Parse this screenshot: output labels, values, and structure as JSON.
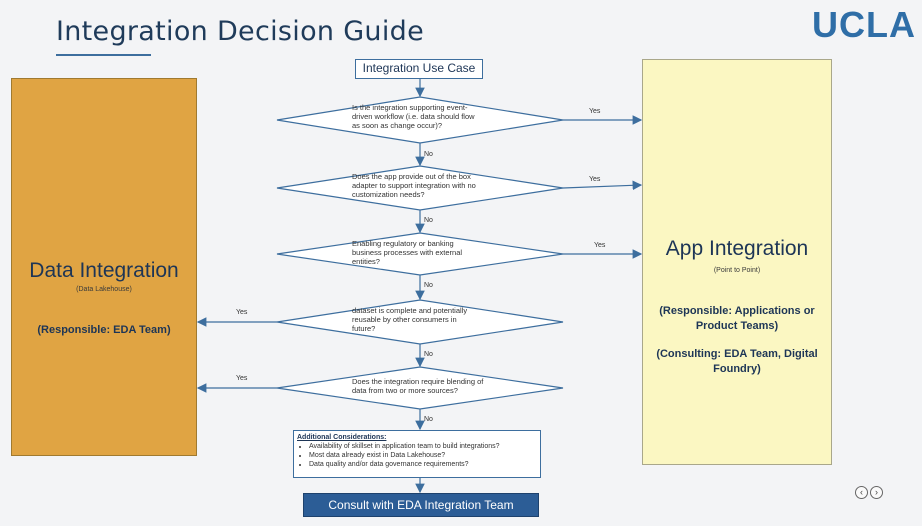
{
  "header": {
    "title": "Integration Decision Guide",
    "logo": "UCLA"
  },
  "data_integration": {
    "title": "Data Integration",
    "subtitle": "(Data Lakehouse)",
    "responsible": "(Responsible: EDA Team)"
  },
  "app_integration": {
    "title": "App Integration",
    "subtitle": "(Point to Point)",
    "responsible": "(Responsible: Applications or Product Teams)",
    "consulting": "(Consulting: EDA Team, Digital Foundry)"
  },
  "flow": {
    "start": "Integration Use Case",
    "questions": [
      "Is the integration supporting event-driven workflow (i.e. data should flow as soon as change occur)?",
      "Does the app provide out of the box adapter to support integration with no customization needs?",
      "Enabling regulatory or banking business processes with external entities?",
      "dataset is complete and potentially reusable by other consumers in future?",
      "Does the integration require blending of data from two or more sources?"
    ],
    "yes_label": "Yes",
    "no_label": "No",
    "considerations": {
      "heading": "Additional Considerations:",
      "items": [
        "Availability of skillset in application team to build integrations?",
        "Most data already exist in Data Lakehouse?",
        "Data quality and/or data governance requirements?"
      ]
    },
    "end": "Consult with EDA Integration Team"
  },
  "nav": {
    "prev_icon": "chevron-left-icon",
    "next_icon": "chevron-right-icon",
    "prev": "‹",
    "next": "›"
  }
}
